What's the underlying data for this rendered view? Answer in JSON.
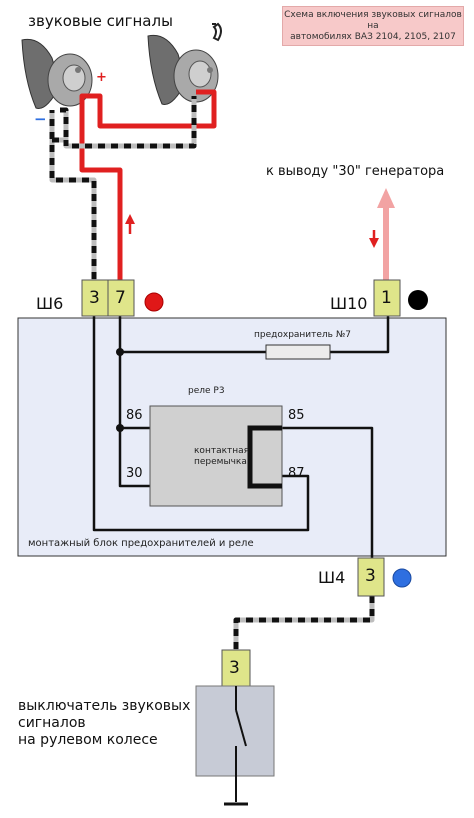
{
  "title_box": {
    "line1": "Схема включения звуковых сигналов на",
    "line2": "автомобилях ВАЗ 2104, 2105, 2107"
  },
  "horns": {
    "label": "звуковые сигналы",
    "plus": "+",
    "minus": "−"
  },
  "generator_label": "к выводу \"30\" генератора",
  "block": {
    "label": "монтажный блок предохранителей и реле",
    "fuse_label": "предохранитель №7",
    "relay_label": "реле Р3",
    "contact_label_1": "контактная",
    "contact_label_2": "перемычка",
    "relay_pins": {
      "p86": "86",
      "p85": "85",
      "p30": "30",
      "p87": "87"
    }
  },
  "connectors": {
    "sh6": {
      "name": "Ш6",
      "pin_left": "3",
      "pin_right": "7"
    },
    "sh10": {
      "name": "Ш10",
      "pin": "1"
    },
    "sh4": {
      "name": "Ш4",
      "pin": "3"
    },
    "switch_pin": "3"
  },
  "switch": {
    "line1": "выключатель звуковых",
    "line2": "сигналов",
    "line3": "на рулевом колесе"
  },
  "colors": {
    "wire_red": "#e02020",
    "wire_pink": "#f2a3a3",
    "connector_fill": "#dfe58a",
    "block_fill": "#e8ecf8",
    "relay_fill": "#d0d0d0",
    "switch_fill": "#c7cbd6",
    "dot_red": "#e01818",
    "dot_black": "#000000",
    "dot_blue": "#2e6fe0"
  }
}
